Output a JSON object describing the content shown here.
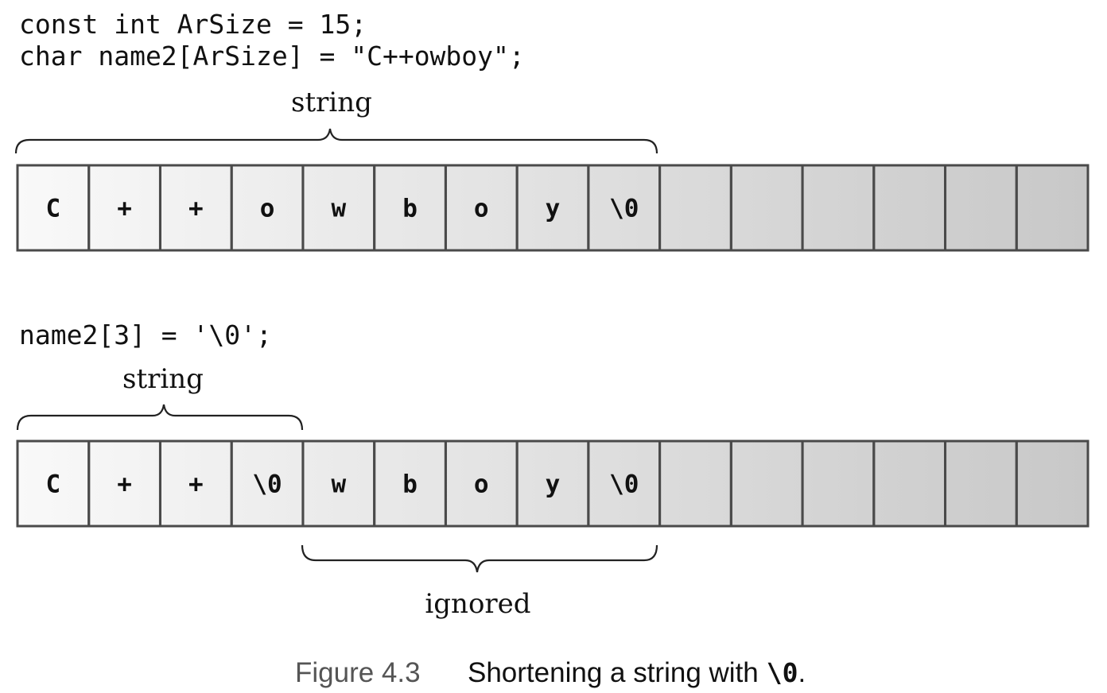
{
  "code_top": {
    "line1": "const int ArSize = 15;",
    "line2": "char name2[ArSize] = \"C++owboy\";"
  },
  "array_top": {
    "cells": [
      "C",
      "+",
      "+",
      "o",
      "w",
      "b",
      "o",
      "y",
      "\\0",
      "",
      "",
      "",
      "",
      "",
      ""
    ],
    "brace_label": "string"
  },
  "code_bottom": {
    "line1": "name2[3] = '\\0';"
  },
  "array_bottom": {
    "cells": [
      "C",
      "+",
      "+",
      "\\0",
      "w",
      "b",
      "o",
      "y",
      "\\0",
      "",
      "",
      "",
      "",
      "",
      ""
    ],
    "brace_top_label": "string",
    "brace_bottom_label": "ignored"
  },
  "caption": {
    "figure_number": "Figure 4.3",
    "text": "Shortening a string with",
    "code": "\\0",
    "end": "."
  }
}
